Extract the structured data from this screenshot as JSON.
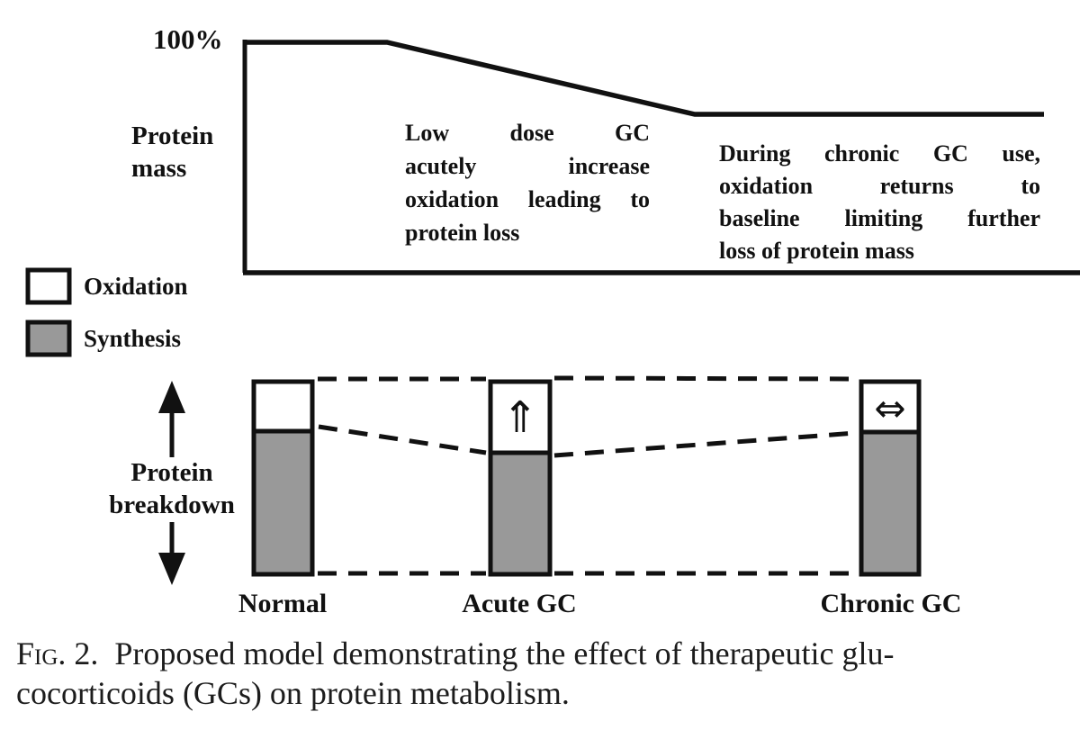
{
  "figure": {
    "percent_label": "100%",
    "protein_mass_label": [
      "Protein",
      "mass"
    ],
    "annotation_acute": [
      "Low dose GC",
      "acutely increase",
      "oxidation leading to",
      "protein loss"
    ],
    "annotation_chronic": [
      "During chronic GC use,",
      "oxidation returns to",
      "baseline limiting further",
      "loss of protein mass"
    ],
    "legend": {
      "oxidation": "Oxidation",
      "synthesis": "Synthesis"
    },
    "breakdown_label": [
      "Protein",
      "breakdown"
    ],
    "bars": [
      {
        "label": "Normal",
        "arrow": ""
      },
      {
        "label": "Acute GC",
        "arrow": "⇑"
      },
      {
        "label": "Chronic GC",
        "arrow": "⇔"
      }
    ],
    "colors": {
      "line": "#111111",
      "oxidation_fill": "#ffffff",
      "synthesis_fill": "#999999"
    }
  },
  "caption": {
    "prefix": "Fig.",
    "line1_rest": " 2.  Proposed model demonstrating the effect of therapeutic glu-",
    "line2": "cocorticoids (GCs) on protein metabolism."
  },
  "diagram_data": {
    "type": "diagram",
    "protein_mass_curve": {
      "start_value": "100%",
      "shape": "flat at 100%, declines during acute GC use, plateaus at lower level during chronic GC use"
    },
    "y_axis_concept": "Protein breakdown (total bar height, constant across conditions)",
    "bars": [
      {
        "category": "Normal",
        "oxidation_fraction": 0.26,
        "synthesis_fraction": 0.74,
        "marker": null
      },
      {
        "category": "Acute GC",
        "oxidation_fraction": 0.37,
        "synthesis_fraction": 0.63,
        "marker": "up-arrow"
      },
      {
        "category": "Chronic GC",
        "oxidation_fraction": 0.27,
        "synthesis_fraction": 0.73,
        "marker": "left-right-arrow"
      }
    ],
    "legend": [
      "Oxidation (white)",
      "Synthesis (gray)"
    ]
  }
}
